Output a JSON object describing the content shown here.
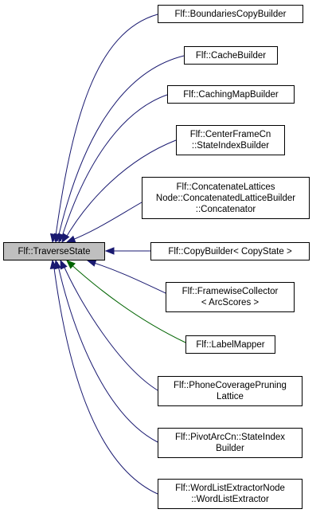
{
  "diagram": {
    "base_node": {
      "lines": [
        "Flf::TraverseState"
      ]
    },
    "colors": {
      "public_inheritance": "#191970",
      "protected_inheritance": "#006400",
      "base_fill": "#bfbfbf",
      "node_border": "#000000"
    },
    "derived_nodes": [
      {
        "id": "boundaries",
        "lines": [
          "Flf::BoundariesCopyBuilder"
        ],
        "edge": "public"
      },
      {
        "id": "cache",
        "lines": [
          "Flf::CacheBuilder"
        ],
        "edge": "public"
      },
      {
        "id": "cachingmap",
        "lines": [
          "Flf::CachingMapBuilder"
        ],
        "edge": "public"
      },
      {
        "id": "centerframe",
        "lines": [
          "Flf::CenterFrameCn",
          "::StateIndexBuilder"
        ],
        "edge": "public"
      },
      {
        "id": "concatenate",
        "lines": [
          "Flf::ConcatenateLattices",
          "Node::ConcatenatedLatticeBuilder",
          "::Concatenator"
        ],
        "edge": "public"
      },
      {
        "id": "copybuilder",
        "lines": [
          "Flf::CopyBuilder< CopyState >"
        ],
        "edge": "public"
      },
      {
        "id": "framewise",
        "lines": [
          "Flf::FramewiseCollector",
          "< ArcScores >"
        ],
        "edge": "public"
      },
      {
        "id": "labelmapper",
        "lines": [
          "Flf::LabelMapper"
        ],
        "edge": "protected"
      },
      {
        "id": "phonecoverage",
        "lines": [
          "Flf::PhoneCoveragePruning",
          "Lattice"
        ],
        "edge": "public"
      },
      {
        "id": "pivotarc",
        "lines": [
          "Flf::PivotArcCn::StateIndex",
          "Builder"
        ],
        "edge": "public"
      },
      {
        "id": "wordlist",
        "lines": [
          "Flf::WordListExtractorNode",
          "::WordListExtractor"
        ],
        "edge": "public"
      }
    ]
  }
}
